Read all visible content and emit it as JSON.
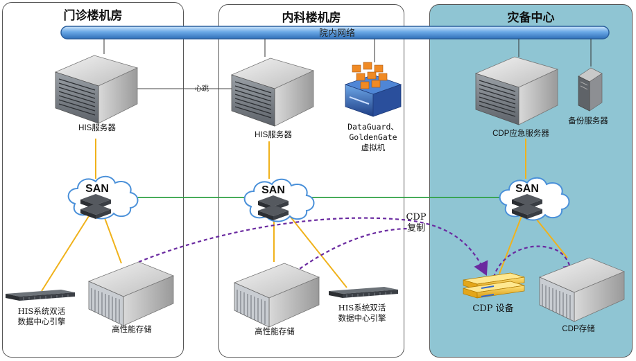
{
  "zones": {
    "outpatient": {
      "title": "门诊楼机房"
    },
    "internal_med": {
      "title": "内科楼机房"
    },
    "disaster": {
      "title": "灾备中心"
    }
  },
  "network": {
    "label": "院内网络"
  },
  "heartbeat": {
    "label": "心跳"
  },
  "outpatient": {
    "server_label": "HIS服务器",
    "san_label": "SAN",
    "engine_label_line1": "HIS系统双活",
    "engine_label_line2": "数据中心引擎",
    "storage_label": "高性能存储"
  },
  "internal_med": {
    "server_label": "HIS服务器",
    "san_label": "SAN",
    "vm_label_line1": "DataGuard、",
    "vm_label_line2": "GoldenGate",
    "vm_label_line3": "虚拟机",
    "storage_label": "高性能存储",
    "engine_label_line1": "HIS系统双活",
    "engine_label_line2": "数据中心引擎"
  },
  "disaster": {
    "server_label": "CDP应急服务器",
    "backup_label": "备份服务器",
    "san_label": "SAN",
    "cdp_device_label": "CDP 设备",
    "cdp_storage_label": "CDP存储"
  },
  "cdp_copy": {
    "line1": "CDP",
    "line2": "复制"
  },
  "colors": {
    "disaster_bg": "#8fc5d3",
    "link_yellow": "#f0b21b",
    "link_green": "#2ea043",
    "cdp_purple": "#6a2aa0",
    "network_bar": "#4a8fd8"
  }
}
